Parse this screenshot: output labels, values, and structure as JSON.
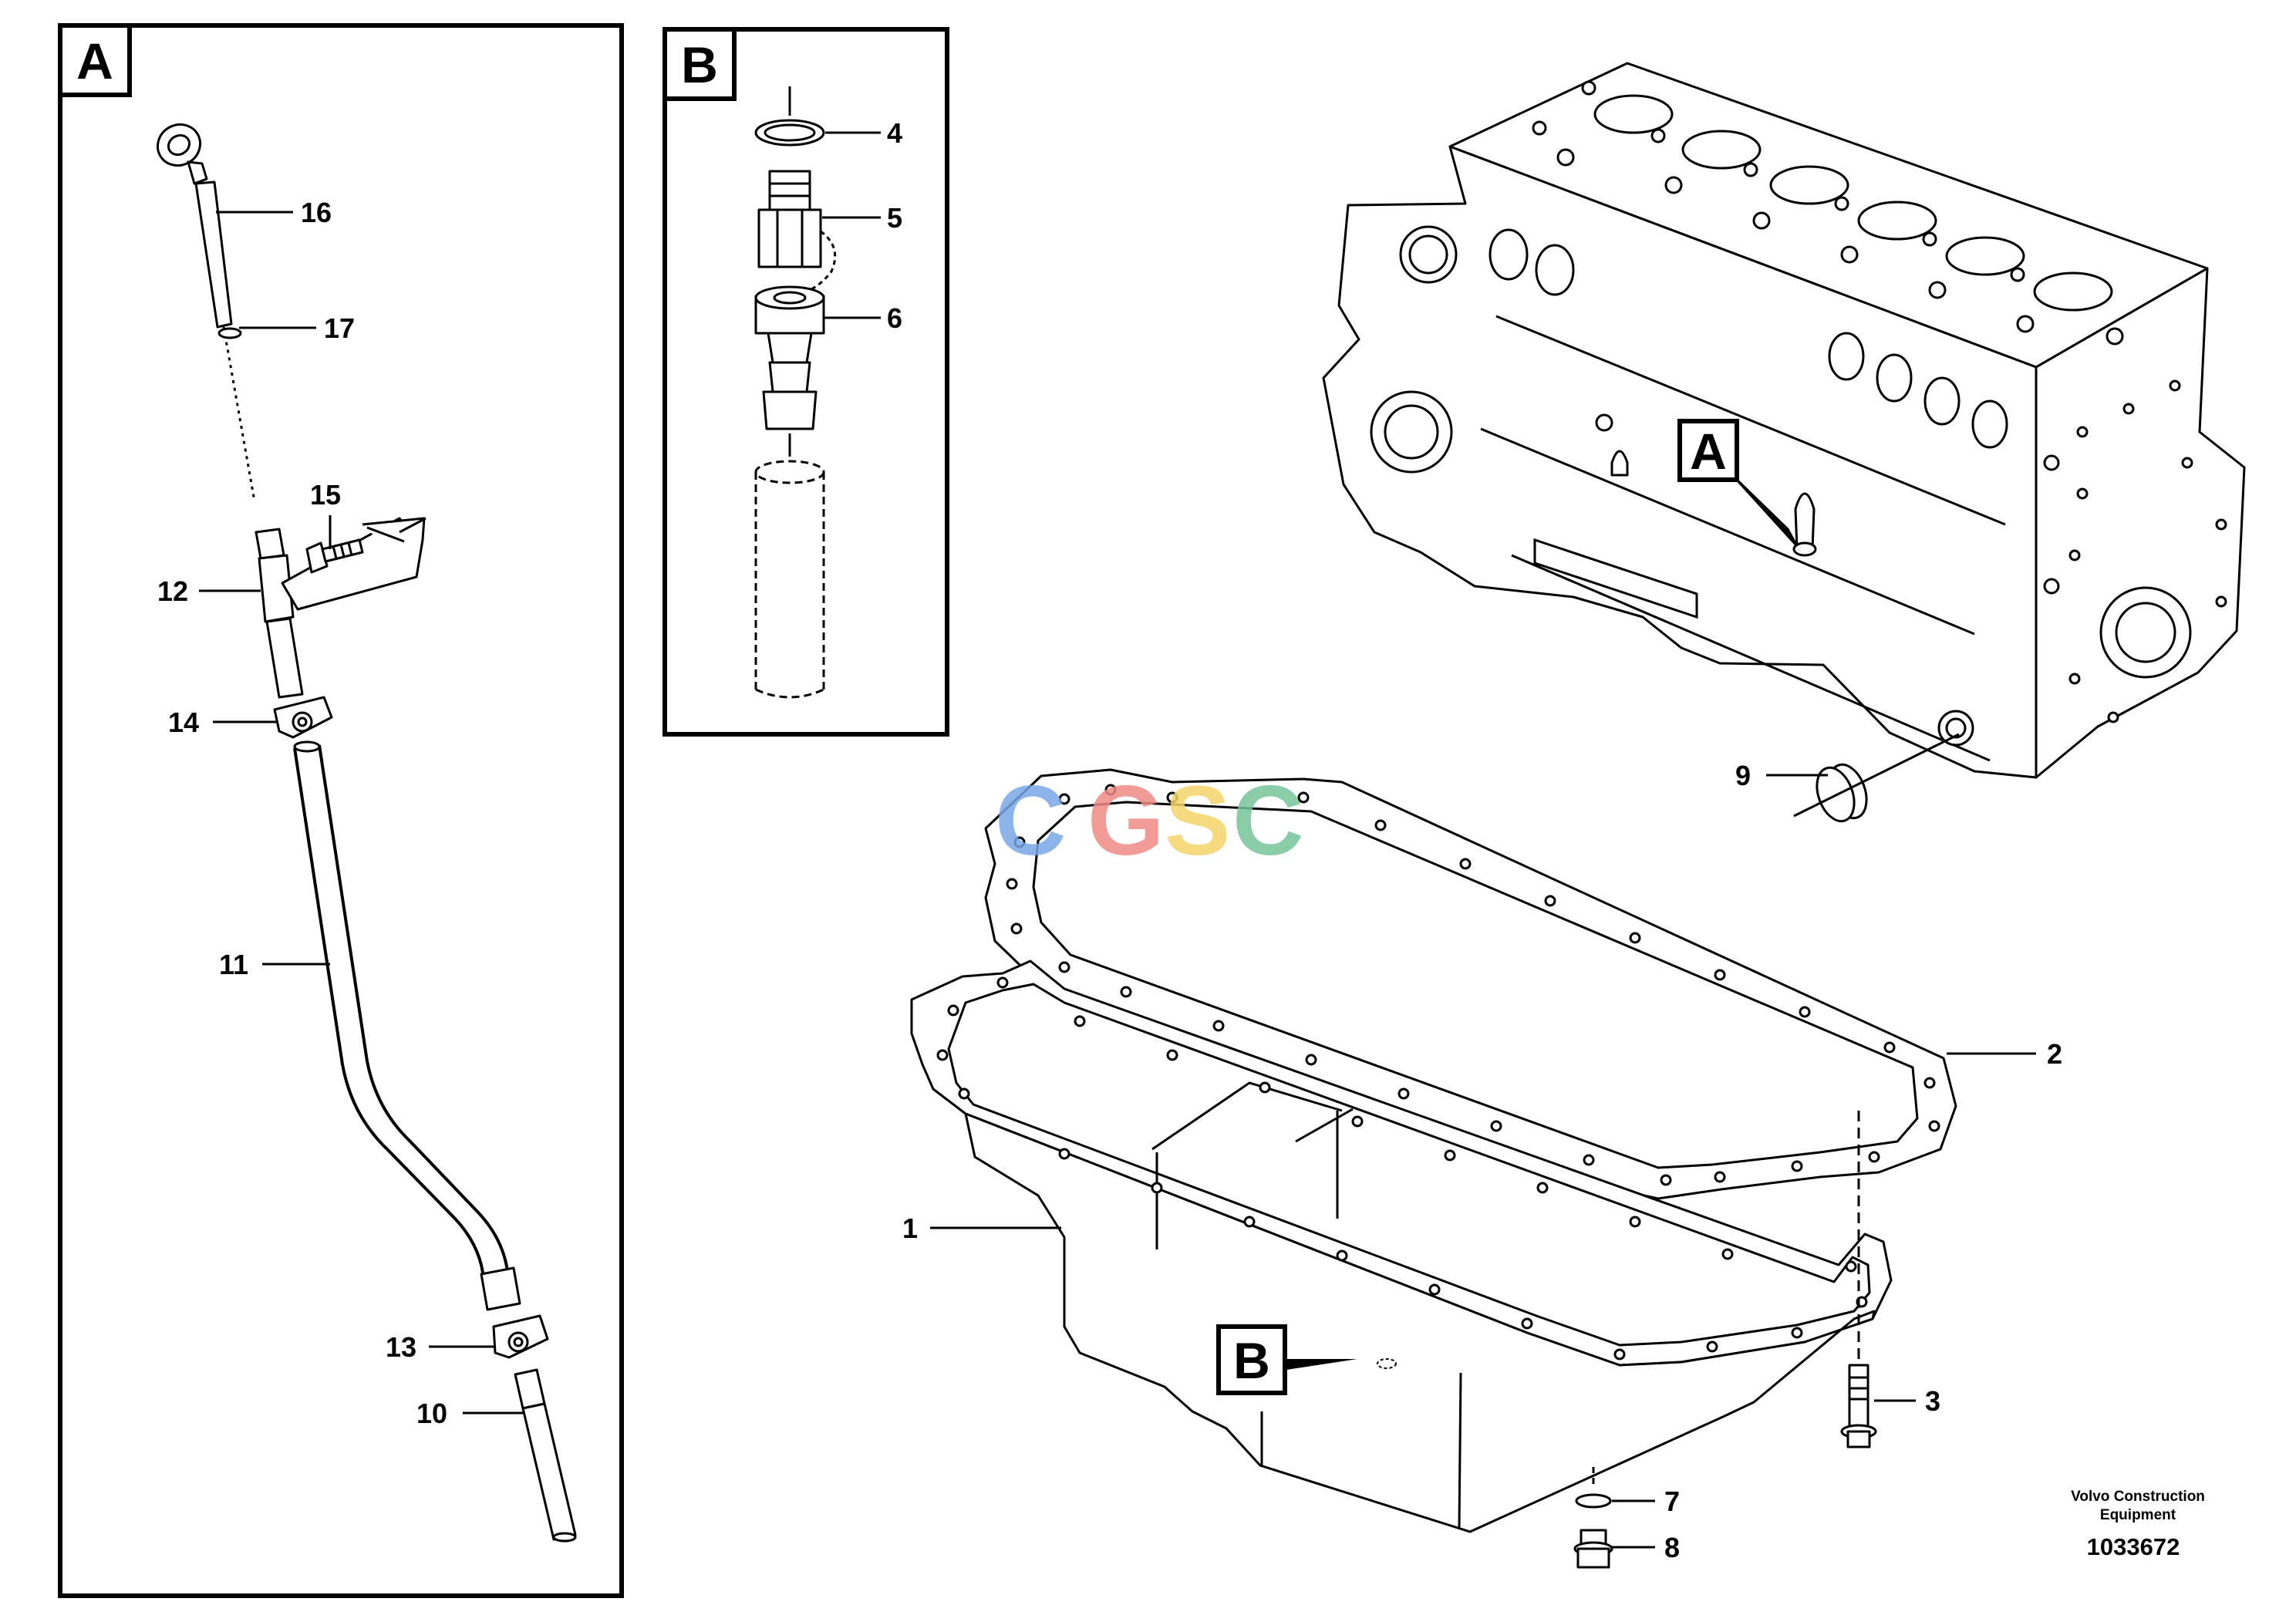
{
  "panels": {
    "a": {
      "label": "A"
    },
    "b": {
      "label": "B"
    }
  },
  "callouts": {
    "block_a": "A",
    "pan_b": "B"
  },
  "parts": {
    "p1": "1",
    "p2": "2",
    "p3": "3",
    "p4": "4",
    "p5": "5",
    "p6": "6",
    "p7": "7",
    "p8": "8",
    "p9": "9",
    "p10": "10",
    "p11": "11",
    "p12": "12",
    "p13": "13",
    "p14": "14",
    "p15": "15",
    "p16": "16",
    "p17": "17"
  },
  "footer": {
    "brand_line1": "Volvo Construction",
    "brand_line2": "Equipment",
    "doc_number": "1033672"
  },
  "watermark": {
    "letters": [
      "C",
      "G",
      "S",
      "C"
    ],
    "colors": [
      "#7aa6e8",
      "#f08a84",
      "#f4d46a",
      "#76c49a"
    ]
  }
}
